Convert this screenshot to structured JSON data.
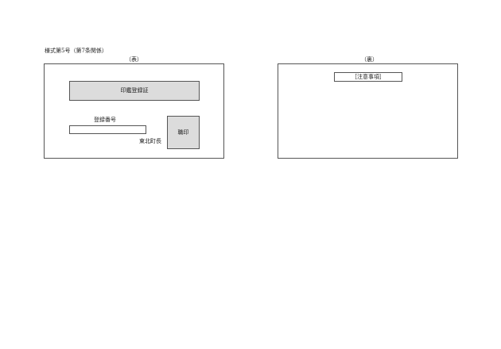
{
  "form_label": "様式第5号（第7条関係）",
  "front": {
    "heading": "（表）",
    "certificate_title": "印鑑登録証",
    "registration_number_label": "登録番号",
    "registration_number_value": "",
    "issuer": "東北町長",
    "seal": "職印"
  },
  "back": {
    "heading": "（裏）",
    "notes_title": "［注意事項］"
  },
  "colors": {
    "shaded_fill": "#dcdcdc",
    "border": "#555555"
  }
}
